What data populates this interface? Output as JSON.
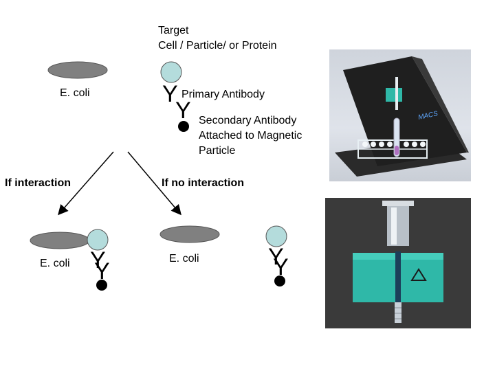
{
  "labels": {
    "target_line1": "Target",
    "target_line2": "Cell / Particle/ or Protein",
    "ecoli_top": "E. coli",
    "primary_antibody": "Primary Antibody",
    "secondary_line1": "Secondary Antibody",
    "secondary_line2": "Attached to Magnetic",
    "secondary_line3": "Particle",
    "if_interaction": "If interaction",
    "if_no_interaction": "If no interaction",
    "ecoli_left": "E. coli",
    "ecoli_right": "E. coli",
    "y_glyph": "Y",
    "macs_brand": "MACS"
  },
  "colors": {
    "ecoli_fill": "#808080",
    "target_fill": "#b4dcdc",
    "particle_fill": "#000000",
    "magnet_teal": "#2fb8a8"
  }
}
